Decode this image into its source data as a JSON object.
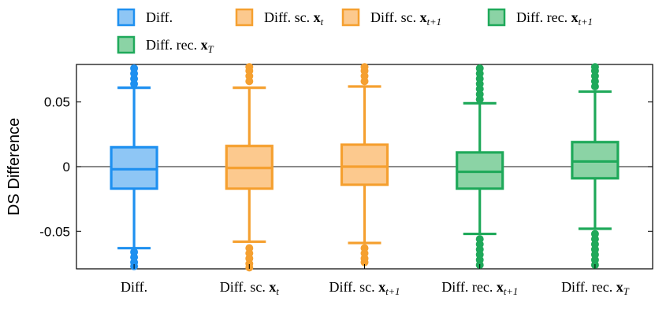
{
  "chart_data": {
    "type": "box",
    "ylabel": "DS Difference",
    "ylim": [
      -0.079,
      0.079
    ],
    "yticks": [
      -0.05,
      0,
      0.05
    ],
    "ytick_labels": [
      "-0.05",
      "0",
      "0.05"
    ],
    "reference_line": 0,
    "grid": false,
    "legend_position": "top",
    "series": [
      {
        "label": {
          "pre": "Diff.",
          "bold": "",
          "sub": "",
          "italic": false
        },
        "color": "#1E90F0",
        "fill": "#8EC6F5",
        "whisker_high": 0.061,
        "q3": 0.015,
        "median": -0.002,
        "q1": -0.017,
        "whisker_low": -0.063,
        "outliers_high": [
          0.064,
          0.068,
          0.072,
          0.076
        ],
        "outliers_low": [
          -0.066,
          -0.07,
          -0.074,
          -0.077
        ]
      },
      {
        "label": {
          "pre": "Diff. sc. ",
          "bold": "x",
          "sub": "t",
          "italic": true
        },
        "color": "#F5A030",
        "fill": "#FCC98E",
        "whisker_high": 0.061,
        "q3": 0.016,
        "median": -0.001,
        "q1": -0.017,
        "whisker_low": -0.058,
        "outliers_high": [
          0.066,
          0.07,
          0.074,
          0.077
        ],
        "outliers_low": [
          -0.063,
          -0.067,
          -0.071,
          -0.075,
          -0.078
        ]
      },
      {
        "label": {
          "pre": "Diff. sc. ",
          "bold": "x",
          "sub": "t+1",
          "italic": true
        },
        "color": "#F5A030",
        "fill": "#FCC98E",
        "whisker_high": 0.062,
        "q3": 0.017,
        "median": 0.0,
        "q1": -0.014,
        "whisker_low": -0.059,
        "outliers_high": [
          0.066,
          0.07,
          0.074,
          0.077
        ],
        "outliers_low": [
          -0.063,
          -0.067,
          -0.071,
          -0.074
        ]
      },
      {
        "label": {
          "pre": "Diff. rec. ",
          "bold": "x",
          "sub": "t+1",
          "italic": true
        },
        "color": "#1FA95A",
        "fill": "#8BD3A5",
        "whisker_high": 0.049,
        "q3": 0.011,
        "median": -0.004,
        "q1": -0.017,
        "whisker_low": -0.052,
        "outliers_high": [
          0.052,
          0.056,
          0.06,
          0.064,
          0.068,
          0.072,
          0.076
        ],
        "outliers_low": [
          -0.056,
          -0.06,
          -0.064,
          -0.068,
          -0.072,
          -0.076
        ]
      },
      {
        "label": {
          "pre": "Diff. rec. ",
          "bold": "x",
          "sub": "T",
          "italic": true
        },
        "color": "#1FA95A",
        "fill": "#8BD3A5",
        "whisker_high": 0.058,
        "q3": 0.019,
        "median": 0.004,
        "q1": -0.009,
        "whisker_low": -0.048,
        "outliers_high": [
          0.062,
          0.066,
          0.07,
          0.074,
          0.077
        ],
        "outliers_low": [
          -0.052,
          -0.056,
          -0.06,
          -0.064,
          -0.068,
          -0.072,
          -0.076
        ]
      }
    ]
  }
}
